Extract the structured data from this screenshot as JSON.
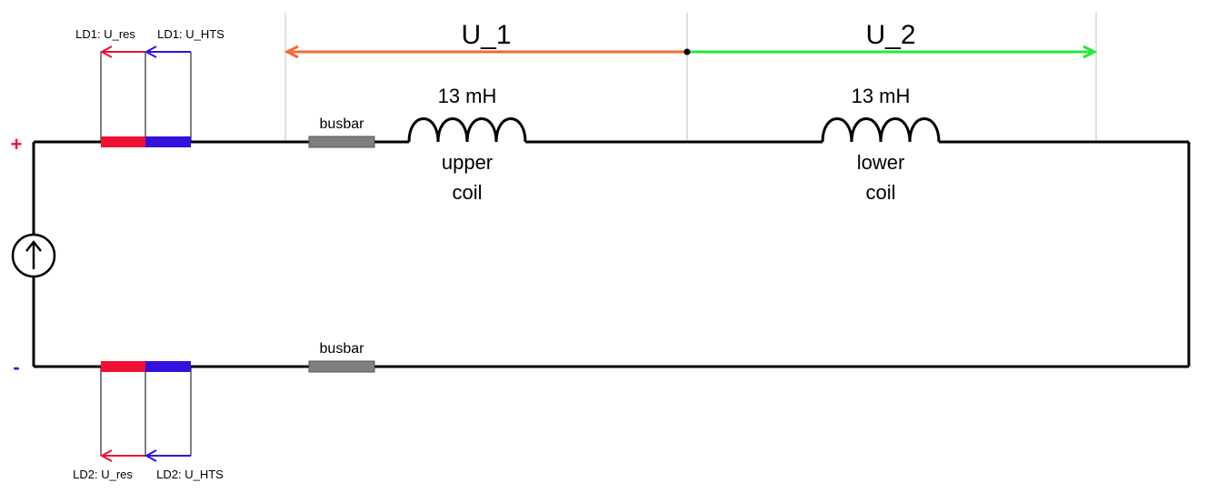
{
  "colors": {
    "wire": "#000000",
    "guide": "#c0c0c0",
    "resistive_lead": "#ee1133",
    "hts_lead": "#3311dd",
    "busbar": "#7f7f7f",
    "u1_arrow": "#f06a35",
    "u2_arrow": "#28e83c",
    "plus_sign": "#ee1133",
    "minus_sign": "#3311dd"
  },
  "labels": {
    "ld1_res": "LD1: U_res",
    "ld1_hts": "LD1: U_HTS",
    "ld2_res": "LD2: U_res",
    "ld2_hts": "LD2: U_HTS",
    "u1": "U_1",
    "u2": "U_2",
    "busbar_top": "busbar",
    "busbar_bottom": "busbar",
    "upper_inductance": "13 mH",
    "upper_coil_line1": "upper",
    "upper_coil_line2": "coil",
    "lower_inductance": "13 mH",
    "lower_coil_line1": "lower",
    "lower_coil_line2": "coil",
    "plus": "+",
    "minus": "-"
  },
  "icons": {
    "current_source": "current-source-icon",
    "inductor": "inductor-icon"
  }
}
